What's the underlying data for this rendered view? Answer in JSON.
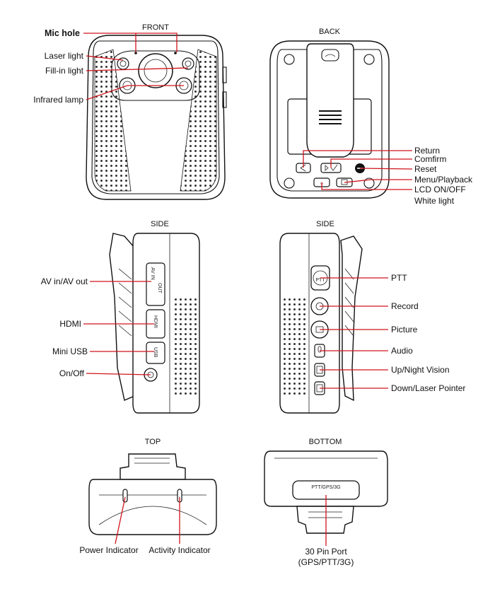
{
  "views": {
    "front": "FRONT",
    "back": "BACK",
    "side_left": "SIDE",
    "side_right": "SIDE",
    "top": "TOP",
    "bottom": "BOTTOM"
  },
  "front_callouts": {
    "mic_hole": "Mic hole",
    "laser_light": "Laser light",
    "fill_in_light": "Fill-in light",
    "infrared_lamp": "Infrared lamp"
  },
  "back_callouts": {
    "return": "Return",
    "confirm": "Comfirm",
    "reset": "Reset",
    "menu_playback": "Menu/Playback",
    "lcd_on_off": "LCD ON/OFF",
    "white_light": "White light"
  },
  "side_left_callouts": {
    "av": "AV in/AV out",
    "hdmi": "HDMI",
    "mini_usb": "Mini USB",
    "on_off": "On/Off"
  },
  "side_left_ports": {
    "av_in": "AV IN",
    "out": "OUT",
    "hdmi": "HDMI",
    "usb": "USB"
  },
  "side_right_callouts": {
    "ptt": "PTT",
    "record": "Record",
    "picture": "Picture",
    "audio": "Audio",
    "up_night": "Up/Night Vision",
    "down_laser": "Down/Laser Pointer"
  },
  "side_right_labels": {
    "ptt": "PTT"
  },
  "top_callouts": {
    "power": "Power Indicator",
    "activity": "Activity Indicator"
  },
  "bottom_callouts": {
    "port_line1": "30 Pin Port",
    "port_line2": "(GPS/PTT/3G)"
  },
  "bottom_labels": {
    "port": "PTT/GPS/3G"
  },
  "colors": {
    "leader": "#d0141c",
    "line": "#111111"
  }
}
